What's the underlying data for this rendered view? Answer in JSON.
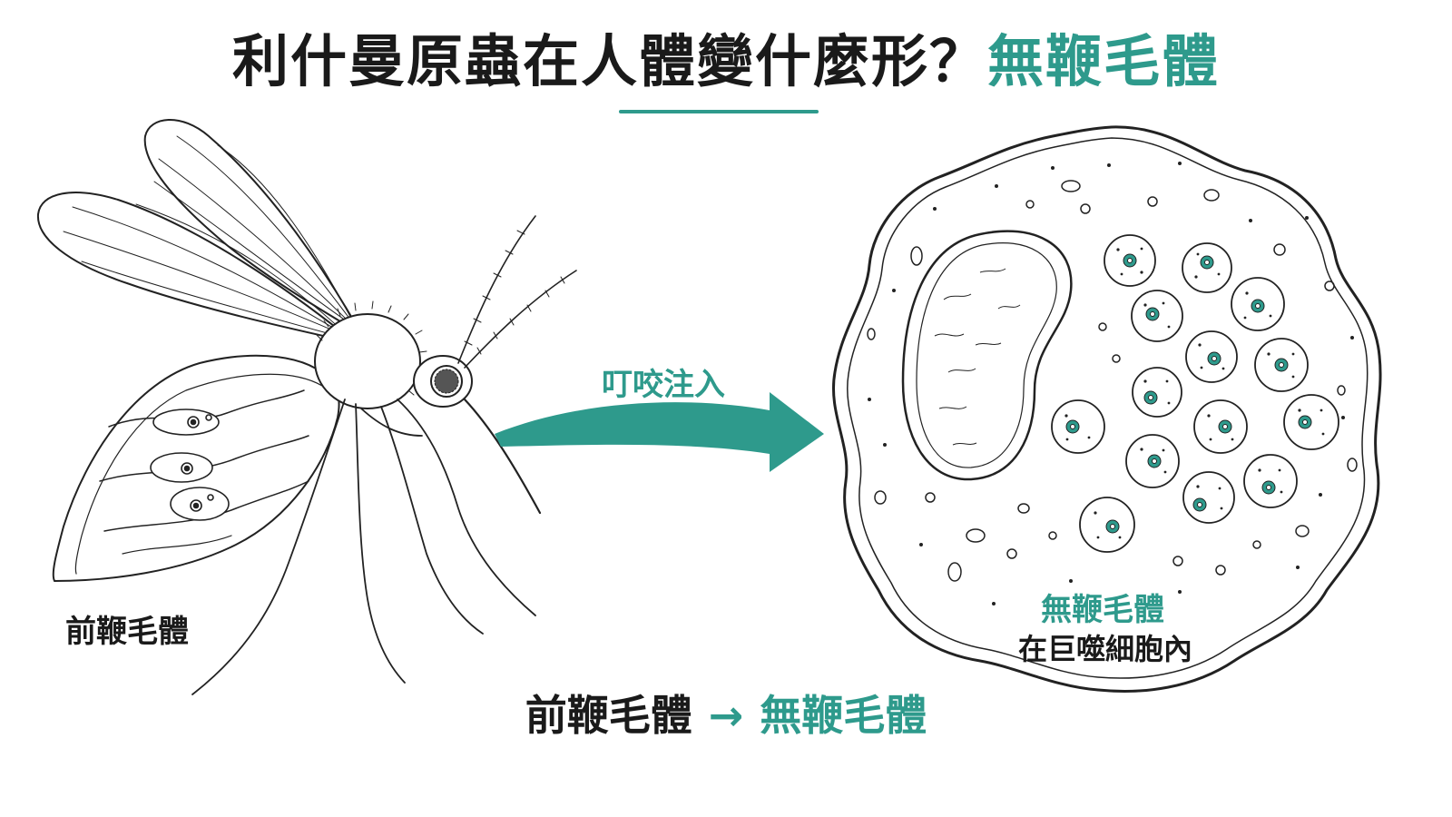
{
  "title": {
    "main": "利什曼原蟲在人體變什麼形？",
    "accent": "無鞭毛體"
  },
  "labels": {
    "promastigote": "前鞭毛體",
    "bite": "叮咬注入",
    "amastigote": "無鞭毛體",
    "location": "在巨噬細胞內"
  },
  "bottom": {
    "from": "前鞭毛體",
    "arrow": "→",
    "to": "無鞭毛體"
  },
  "icons": {
    "sandfly": "sandfly-illustration-icon",
    "macrophage": "macrophage-cell-icon",
    "flow_arrow": "curved-arrow-icon"
  },
  "colors": {
    "accent": "#2e9a8c",
    "text": "#1a1a1a",
    "line": "#222222"
  }
}
